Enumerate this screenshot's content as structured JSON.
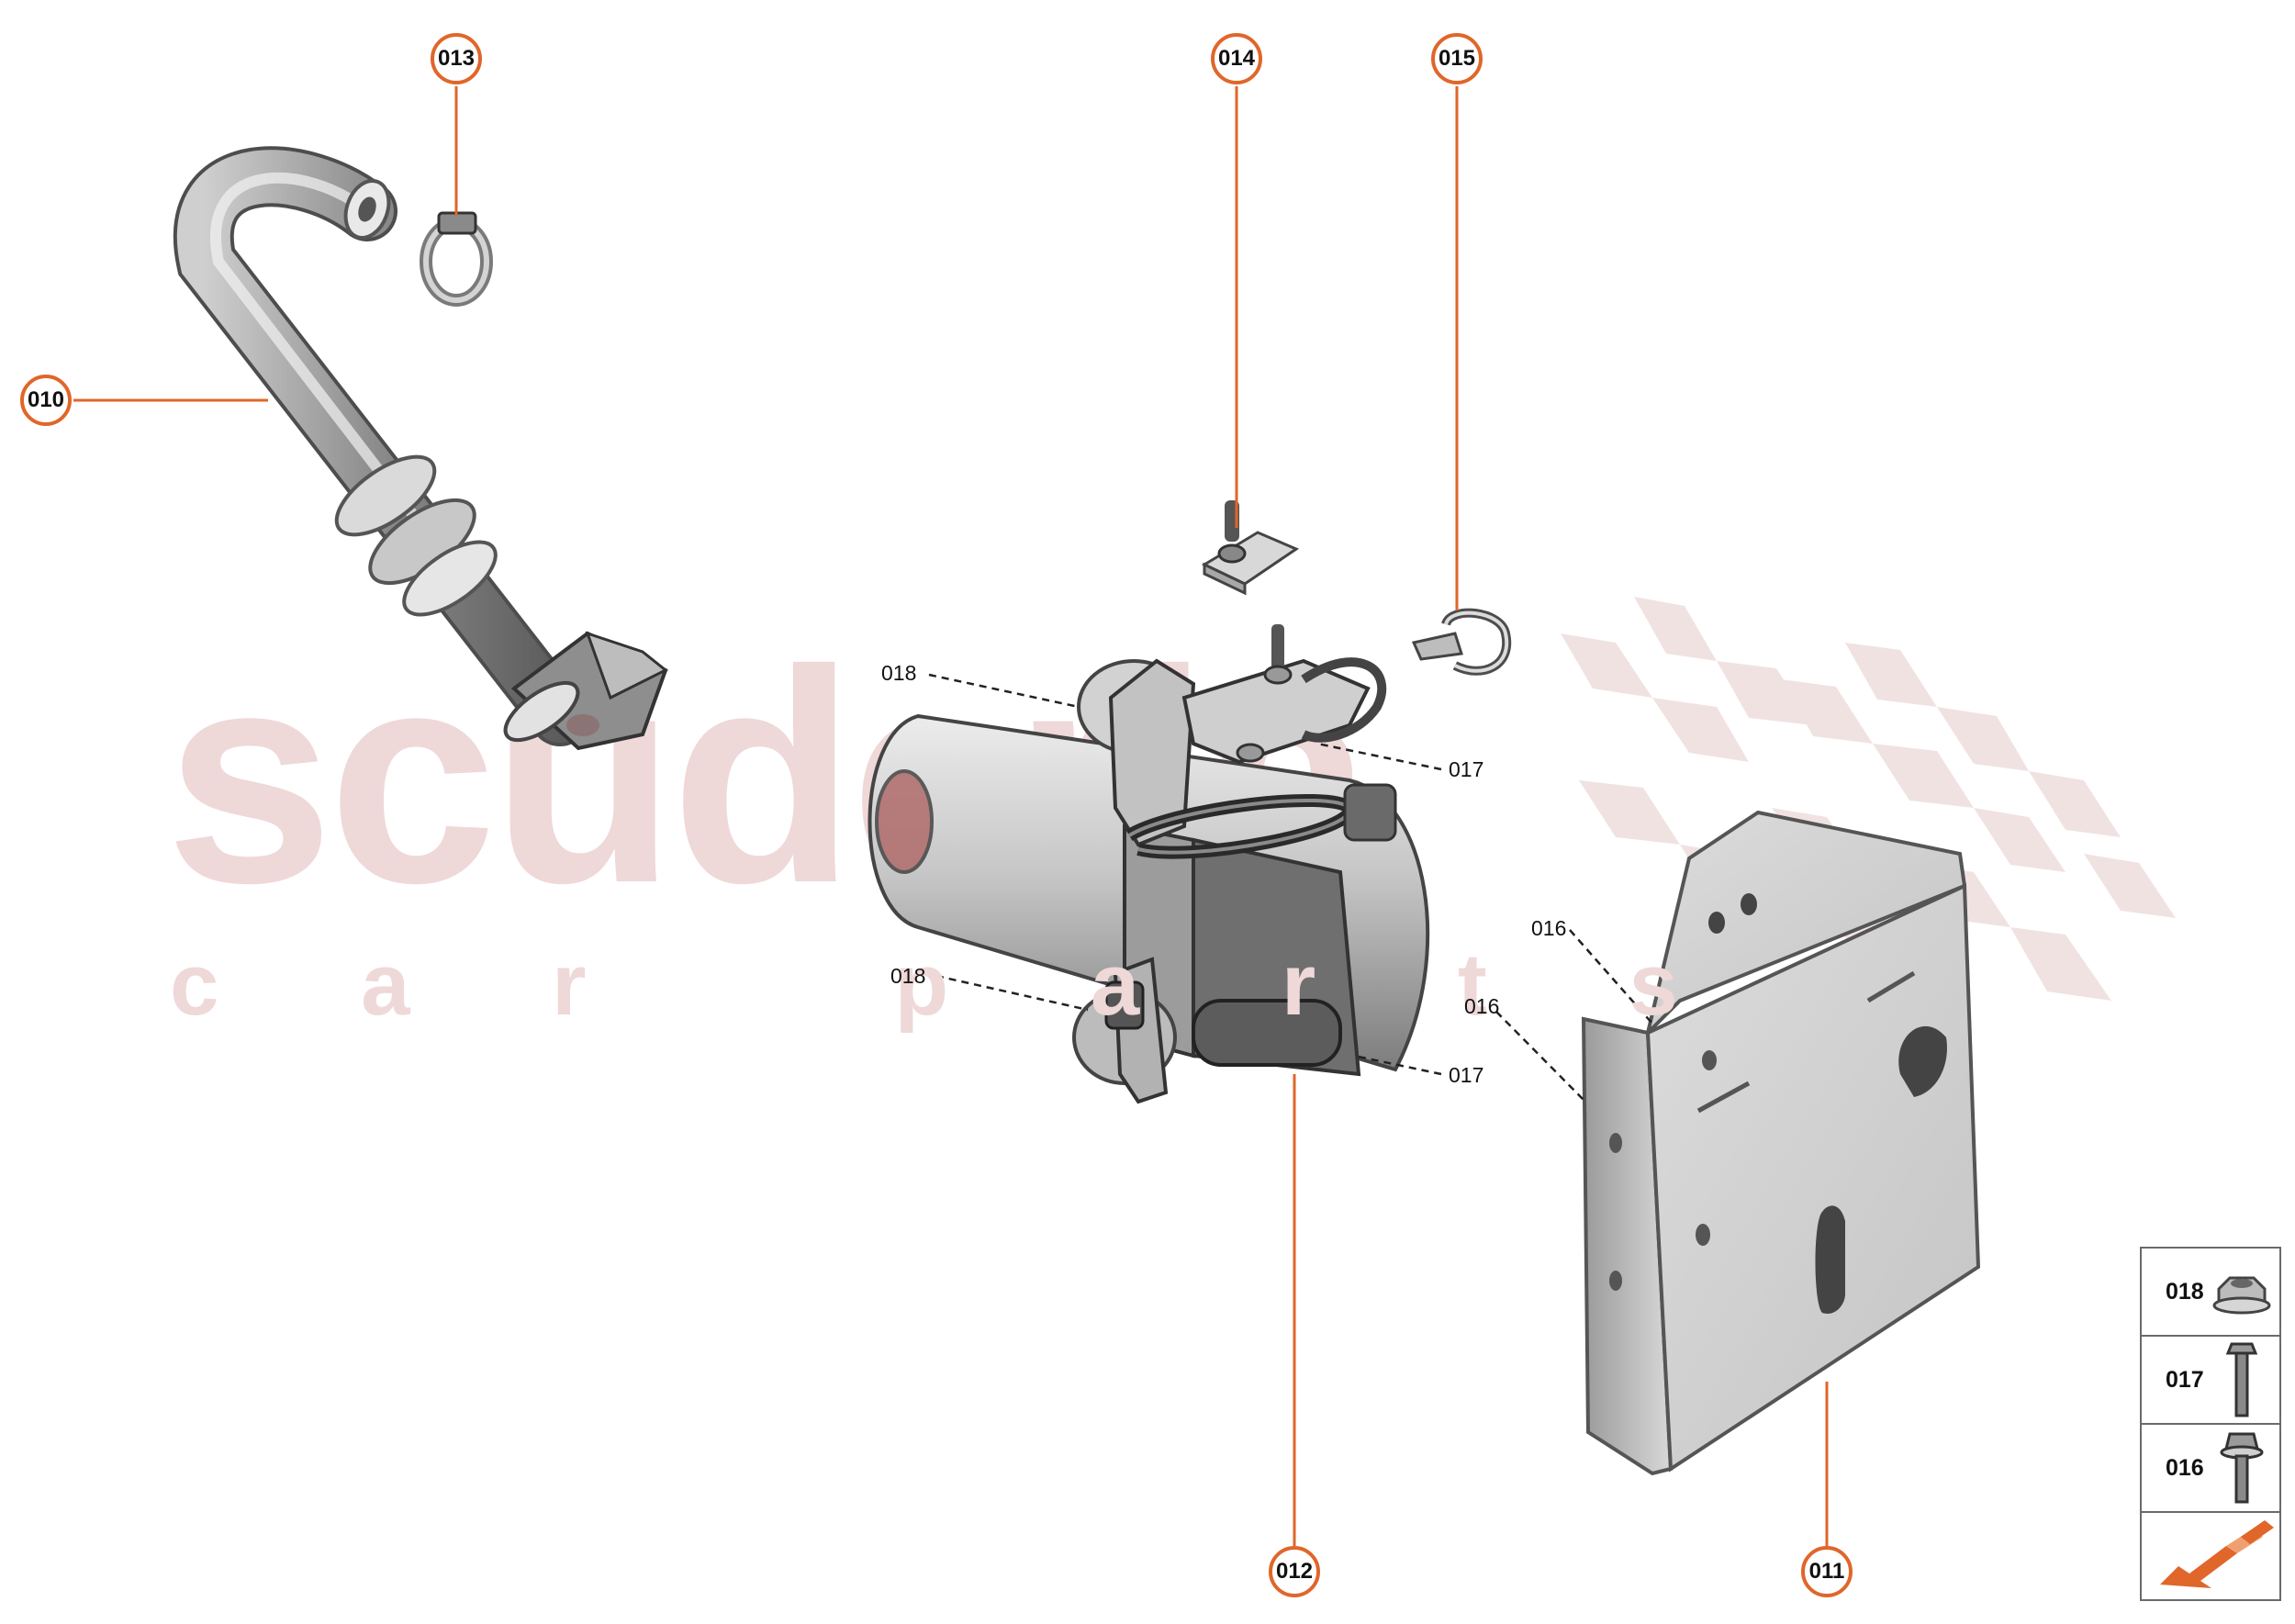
{
  "watermark": {
    "word": "scuderia",
    "tagline": "c a r   p a r t s"
  },
  "callouts": {
    "p010": "010",
    "p011": "011",
    "p012": "012",
    "p013": "013",
    "p014": "014",
    "p015": "015"
  },
  "minor_labels": {
    "top_left_018": "018",
    "top_right_017": "017",
    "bottom_left_018": "018",
    "bottom_right_017": "017",
    "upper_016": "016",
    "lower_016": "016"
  },
  "legend": {
    "rows": [
      {
        "code": "018",
        "icon": "flange-nut-icon"
      },
      {
        "code": "017",
        "icon": "long-bolt-icon"
      },
      {
        "code": "016",
        "icon": "flange-bolt-icon"
      }
    ],
    "nav_icon": "orange-arrow-icon"
  },
  "colors": {
    "accent": "#e0662a",
    "watermark": "#efd8d8",
    "watermark_flag": "#f1e2e2"
  }
}
